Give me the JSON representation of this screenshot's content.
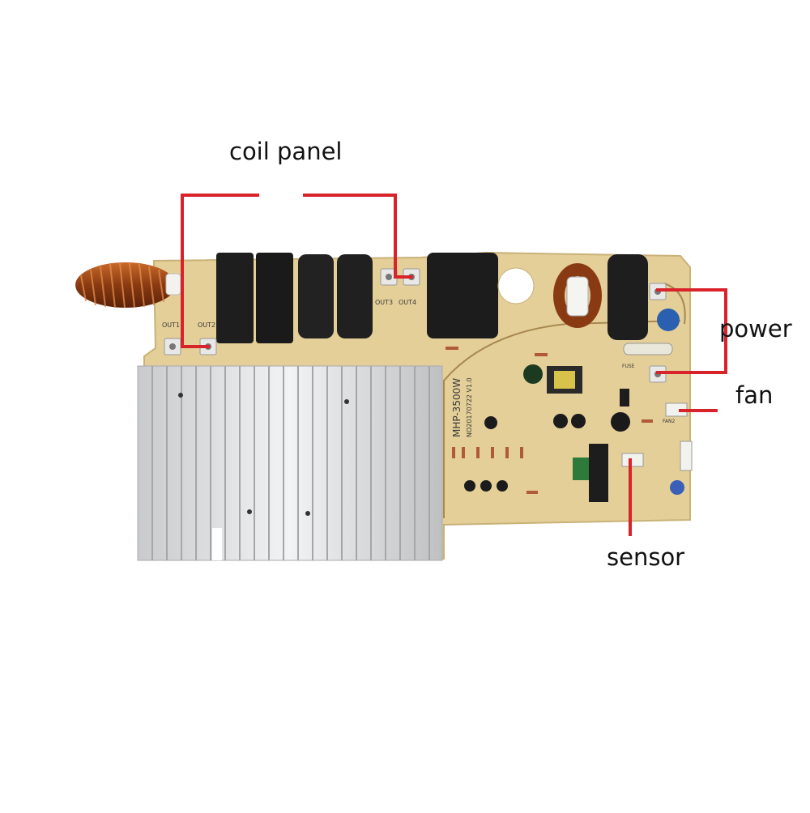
{
  "labels": {
    "coil_panel": "coil panel",
    "power": "power",
    "fan": "fan",
    "sensor": "sensor"
  },
  "board_silkscreen": {
    "model": "MHP-3500W",
    "revision": "NO20170722 V1.0",
    "terminals": [
      "OUT1",
      "OUT2",
      "OUT3",
      "OUT4"
    ],
    "fuse": "FUSE",
    "fan_connector": "FAN2"
  },
  "colors": {
    "pointer_line": "#d8232a",
    "pcb": "#e6d19a",
    "heatsink": "#d9dadc",
    "background": "#ffffff"
  }
}
